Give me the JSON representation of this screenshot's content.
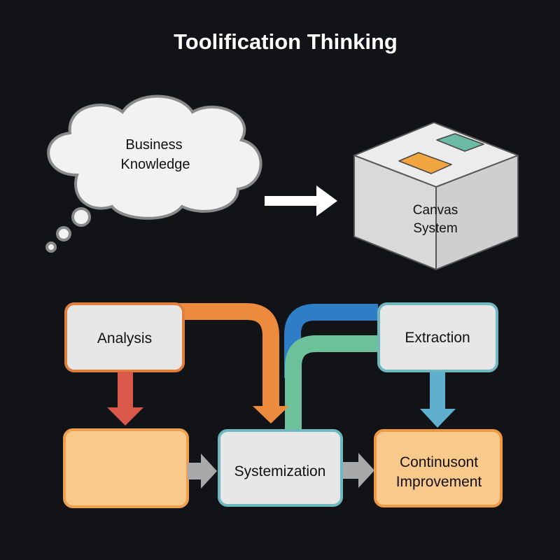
{
  "title": "Toolification Thinking",
  "thought_cloud": {
    "lines": [
      "Business",
      "Knowledge"
    ]
  },
  "canvas_system": {
    "lines": [
      "Canvas",
      "System"
    ]
  },
  "flow": {
    "analysis": "Analysis",
    "extraction": "Extraction",
    "systemization": "Systemization",
    "continuous": {
      "lines": [
        "Continusont",
        "Improvement"
      ]
    },
    "empty_box": ""
  },
  "colors": {
    "background": "#111317",
    "orange": "#ec8a3e",
    "blue": "#2f7dc4",
    "green": "#6cc19a",
    "red": "#d9584a",
    "light_blue": "#5fb0cf",
    "teal_border": "#6fb8c0",
    "box_fill": "#e7e7e7",
    "orange_fill": "#f8c98a"
  }
}
